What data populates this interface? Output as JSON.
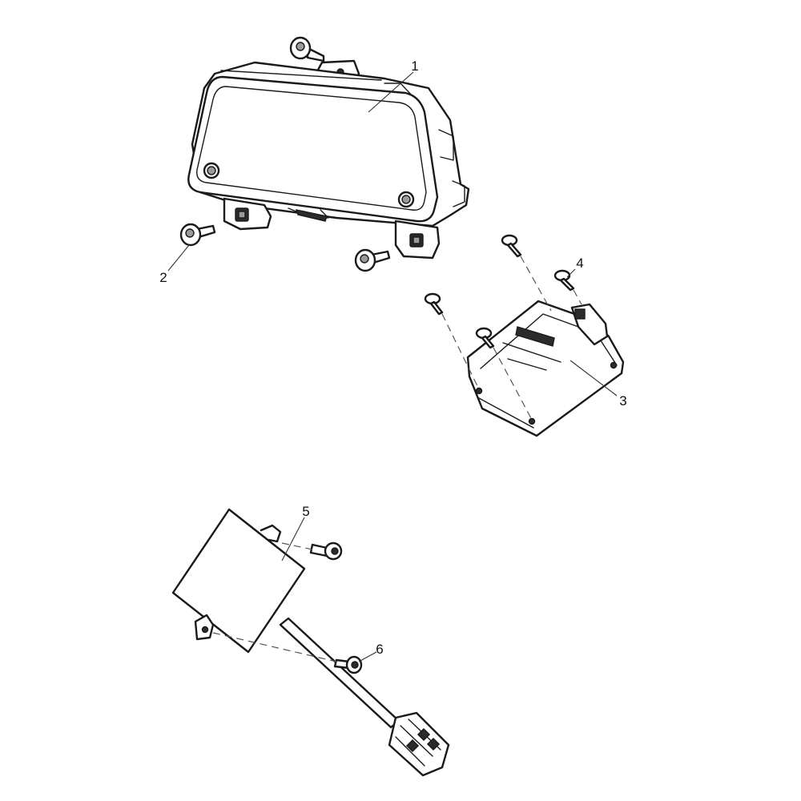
{
  "diagram": {
    "callouts": [
      {
        "id": "1",
        "text": "1"
      },
      {
        "id": "2",
        "text": "2"
      },
      {
        "id": "3",
        "text": "3"
      },
      {
        "id": "4",
        "text": "4"
      },
      {
        "id": "5",
        "text": "5"
      },
      {
        "id": "6",
        "text": "6"
      }
    ],
    "line_color": "#1a1a1a",
    "background": "#ffffff"
  }
}
